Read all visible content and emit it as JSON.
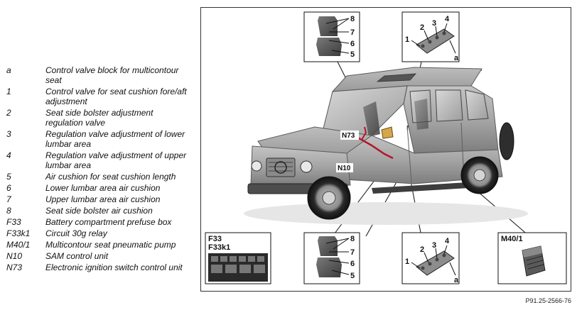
{
  "legend": [
    {
      "key": "a",
      "desc": "Control valve block for multicontour seat"
    },
    {
      "key": "1",
      "desc": "Control valve for seat cushion fore/aft adjustment"
    },
    {
      "key": "2",
      "desc": "Seat side bolster adjustment regulation valve"
    },
    {
      "key": "3",
      "desc": "Regulation valve adjustment of lower lumbar area"
    },
    {
      "key": "4",
      "desc": "Regulation valve adjustment of upper lumbar area"
    },
    {
      "key": "5",
      "desc": "Air cushion for seat cushion length"
    },
    {
      "key": "6",
      "desc": "Lower lumbar area air cushion"
    },
    {
      "key": "7",
      "desc": "Upper lumbar area air cushion"
    },
    {
      "key": "8",
      "desc": "Seat side bolster air cushion"
    },
    {
      "key": "F33",
      "desc": "Battery compartment prefuse box"
    },
    {
      "key": "F33k1",
      "desc": "Circuit 30g relay"
    },
    {
      "key": "M40/1",
      "desc": "Multicontour seat pneumatic pump"
    },
    {
      "key": "N10",
      "desc": "SAM control unit"
    },
    {
      "key": "N73",
      "desc": "Electronic ignition switch control unit"
    }
  ],
  "callouts": {
    "c8": "8",
    "c7": "7",
    "c6": "6",
    "c5": "5",
    "c1": "1",
    "c2": "2",
    "c3": "3",
    "c4": "4",
    "ca": "a",
    "n73": "N73",
    "n10": "N10",
    "f33": "F33",
    "f33k1": "F33k1",
    "m40": "M40/1"
  },
  "figure_ref": "P91.25-2566-76"
}
